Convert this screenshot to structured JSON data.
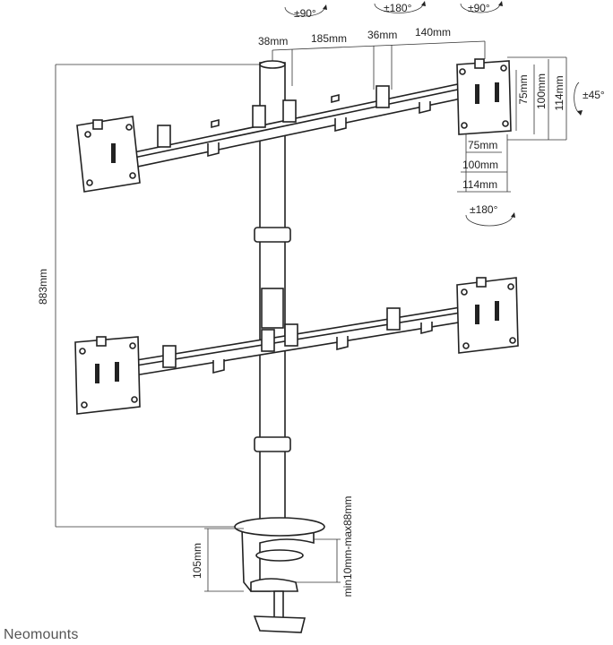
{
  "brand": "Neomounts",
  "rotation": {
    "left_arm": "±90°",
    "middle_arm": "±180°",
    "right_arm": "±90°",
    "tilt": "±45°",
    "rotate": "±180°"
  },
  "dimensions": {
    "arm_38": "38mm",
    "arm_185": "185mm",
    "arm_36": "36mm",
    "arm_140": "140mm",
    "height_total": "883mm",
    "vesa_v_75": "75mm",
    "vesa_v_100": "100mm",
    "vesa_v_114": "114mm",
    "vesa_h_75": "75mm",
    "vesa_h_100": "100mm",
    "vesa_h_114": "114mm",
    "clamp_height": "105mm",
    "desk_thickness": "min10mm-max88mm"
  }
}
